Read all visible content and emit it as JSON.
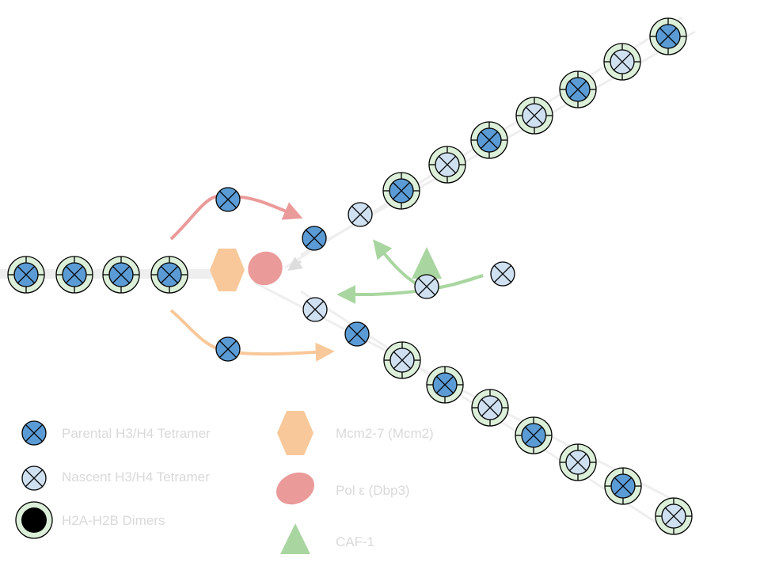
{
  "colors": {
    "parental_fill": "#5b9bd5",
    "nascent_fill": "#cfe0f1",
    "ring_fill": "#dcefd9",
    "dimer_fill": "#000000",
    "outline": "#000000",
    "dna": "#eeeeee",
    "mcm": "#f8c89a",
    "pol": "#eb9a9a",
    "caf": "#a9d6a0",
    "legend_text": "#d9d9d9"
  },
  "legend": {
    "parental": "Parental H3/H4 Tetramer",
    "nascent": "Nascent H3/H4 Tetramer",
    "dimers": "H2A-H2B Dimers",
    "mcm": "Mcm2-7 (Mcm2)",
    "pol": "Pol ε (Dbp3)",
    "caf": "CAF-1"
  },
  "nucleosomes": {
    "parental_strand": [
      "parental",
      "parental",
      "parental",
      "parental"
    ],
    "leading_strand": [
      "parental",
      "nascent",
      "parental",
      "nascent",
      "parental",
      "nascent",
      "parental"
    ],
    "lagging_strand": [
      "nascent",
      "parental",
      "nascent",
      "parental",
      "nascent",
      "parental",
      "nascent"
    ]
  }
}
